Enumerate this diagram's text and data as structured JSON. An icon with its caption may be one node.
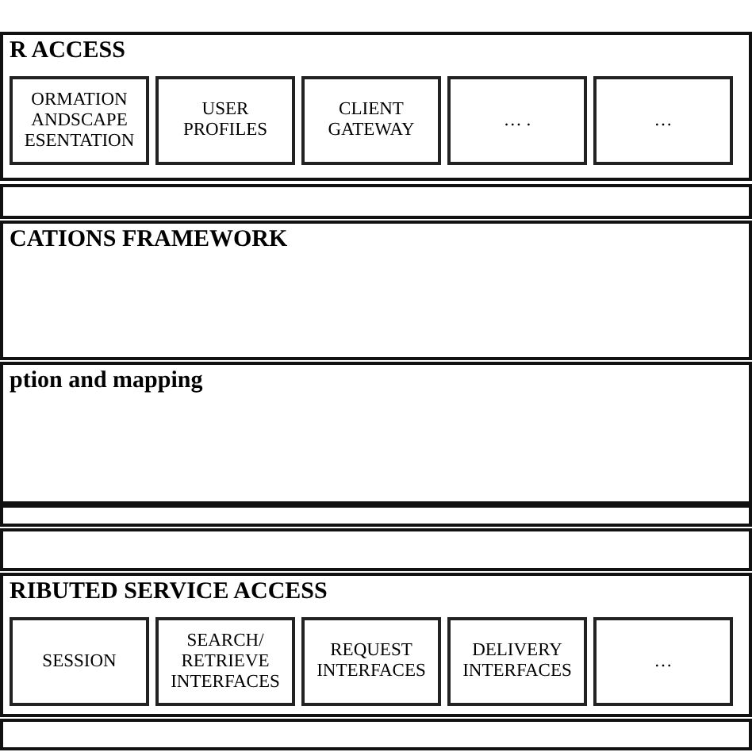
{
  "diagram": {
    "nodes": [
      {
        "text": [
          "R ACCESS"
        ]
      },
      {
        "text": [
          "ORMATION ANDSCAPE ESENTATION"
        ],
        "in": 0
      },
      {
        "text": [
          "USER PROFILES"
        ],
        "in": 0
      },
      {
        "text": [
          "CLIENT GATEWAY"
        ],
        "in": 0
      },
      {
        "text": [
          "… ."
        ],
        "in": 0
      },
      {
        "text": [
          "…"
        ],
        "in": 0
      },
      {
        "text": [],
        "shape": "box"
      },
      {
        "text": [
          "CATIONS FRAMEWORK"
        ]
      },
      {
        "text": [
          "ption and mapping"
        ]
      },
      {
        "text": [],
        "shape": "box"
      },
      {
        "text": [],
        "shape": "box"
      },
      {
        "text": [
          "RIBUTED SERVICE ACCESS"
        ]
      },
      {
        "text": [
          "SESSION"
        ],
        "in": 11
      },
      {
        "text": [
          "SEARCH/ RETRIEVE INTERFACES"
        ],
        "in": 11
      },
      {
        "text": [
          "REQUEST INTERFACES"
        ],
        "in": 11
      },
      {
        "text": [
          "DELIVERY INTERFACES"
        ],
        "in": 11
      },
      {
        "text": [
          "…"
        ],
        "in": 11
      },
      {
        "text": [],
        "shape": "box"
      }
    ]
  }
}
